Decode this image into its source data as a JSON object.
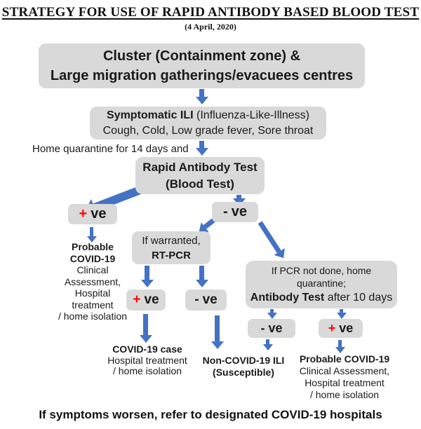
{
  "title": "STRATEGY FOR USE OF RAPID ANTIBODY BASED BLOOD TEST",
  "date": "(4 April, 2020)",
  "footer": "If symptoms worsen, refer to designated COVID-19 hospitals",
  "colors": {
    "box_bg": "#d9d9d9",
    "arrow_blue": "#4472c4",
    "positive_red": "#ff0000"
  },
  "labels": {
    "plus": "+",
    "minus": "-",
    "ve": "ve"
  },
  "nodes": {
    "cluster": {
      "line1": "Cluster (Containment zone) &",
      "line2": "Large migration gatherings/evacuees centres"
    },
    "symptomatic": {
      "title": "Symptomatic ILI",
      "subtitle": " (Influenza-Like-Illness)",
      "line2": "Cough, Cold, Low grade fever, Sore throat"
    },
    "home_quarantine": "Home quarantine for 14 days and",
    "rapid_test": {
      "line1": "Rapid Antibody Test",
      "line2": "(Blood Test)"
    },
    "probable_left": {
      "line1": "Probable",
      "line2": "COVID-19",
      "line3": "Clinical",
      "line4": "Assessment,",
      "line5": "Hospital",
      "line6": "treatment",
      "line7": "/ home isolation"
    },
    "rt_pcr": {
      "line1": "If warranted,",
      "line2": "RT-PCR"
    },
    "pcr_not_done": {
      "line1": "If PCR not done, home",
      "line2": "quarantine;",
      "bold": "Antibody Test",
      "rest": " after 10 days"
    },
    "covid_case": {
      "line1": "COVID-19 case",
      "line2": "Hospital treatment",
      "line3": "/ home isolation"
    },
    "non_covid": {
      "line1": "Non-COVID-19 ILI",
      "line2": "(Susceptible)"
    },
    "probable_right": {
      "line1": "Probable COVID-19",
      "line2": "Clinical Assessment,",
      "line3": "Hospital treatment",
      "line4": "/ home isolation"
    }
  }
}
